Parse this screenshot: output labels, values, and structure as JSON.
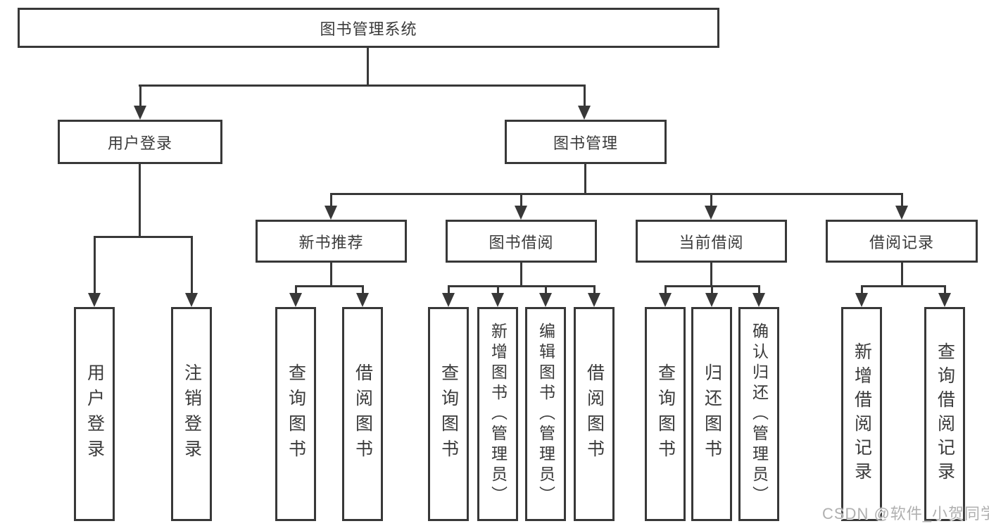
{
  "diagram": {
    "type": "hierarchy-tree",
    "colors": {
      "line": "#383838",
      "border": "#383838",
      "text": "#3a3a3a",
      "background": "#ffffff",
      "watermark": "#b0b0b0"
    },
    "tree": {
      "label": "图书管理系统",
      "children": [
        {
          "label": "用户登录",
          "children": [
            {
              "label": "用户登录"
            },
            {
              "label": "注销登录"
            }
          ]
        },
        {
          "label": "图书管理",
          "children": [
            {
              "label": "新书推荐",
              "children": [
                {
                  "label": "查询图书"
                },
                {
                  "label": "借阅图书"
                }
              ]
            },
            {
              "label": "图书借阅",
              "children": [
                {
                  "label": "查询图书"
                },
                {
                  "label": "新增图书（管理员）"
                },
                {
                  "label": "编辑图书（管理员）"
                },
                {
                  "label": "借阅图书"
                }
              ]
            },
            {
              "label": "当前借阅",
              "children": [
                {
                  "label": "查询图书"
                },
                {
                  "label": "归还图书"
                },
                {
                  "label": "确认归还（管理员）"
                }
              ]
            },
            {
              "label": "借阅记录",
              "children": [
                {
                  "label": "新增借阅记录"
                },
                {
                  "label": "查询借阅记录"
                }
              ]
            }
          ]
        }
      ]
    },
    "watermark": {
      "text": "CSDN @软件_小贺同学"
    }
  }
}
